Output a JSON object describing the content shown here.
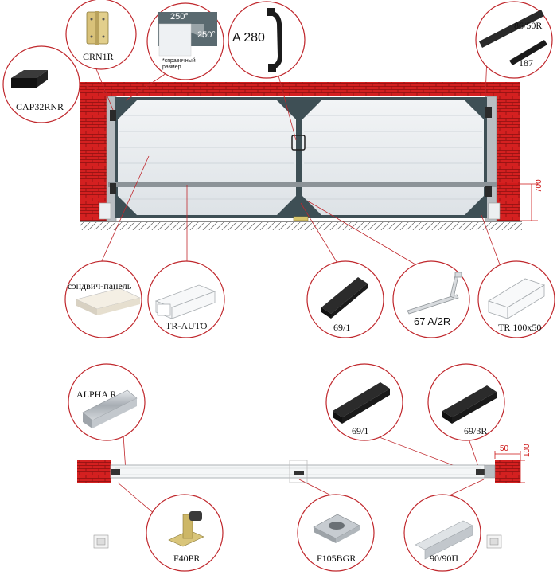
{
  "labels": {
    "crn1r": "CRN1R",
    "angle_top": "250°",
    "angle_right": "250°",
    "ref_size": "*справочный размер",
    "a280": "A 280",
    "r86_50r": "86/50R",
    "r187": "187",
    "cap32rnr": "CAP32RNR",
    "dim_700": "700",
    "sandwich": "сэндвич-панель",
    "tr_auto": "TR-AUTO",
    "p69_1_top": "69/1",
    "p67a2r": "67 A/2R",
    "tr100x50": "TR 100x50",
    "alpha_r": "ALPHA R",
    "p69_1_bottom": "69/1",
    "p69_3r": "69/3R",
    "dim_50": "50",
    "dim_100": "100",
    "f40pr": "F40PR",
    "f105bgr": "F105BGR",
    "r90_90p": "90/90П"
  },
  "colors": {
    "brick": "#d42020",
    "brick_line": "#8a1010",
    "circle": "#c0282d",
    "frame": "#3e4f55",
    "panel": "#e8ecef",
    "dim": "#cc1111"
  },
  "icons": [
    "hinge-icon",
    "corner-icon",
    "handle-icon",
    "rubber-strip-icon",
    "cap-icon",
    "sandwich-panel-icon",
    "tube-icon",
    "rubber-profile-icon",
    "bolt-icon",
    "rectangular-tube-icon",
    "alpha-rail-icon",
    "stopper-icon",
    "base-plate-icon",
    "bracket-icon"
  ]
}
